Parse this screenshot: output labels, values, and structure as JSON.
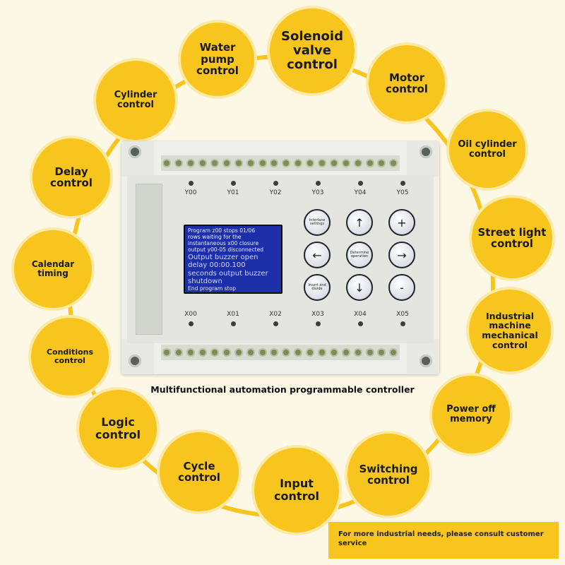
{
  "controller": {
    "outputs": [
      "Y00",
      "Y01",
      "Y02",
      "Y03",
      "Y04",
      "Y05"
    ],
    "inputs": [
      "X00",
      "X01",
      "X02",
      "X03",
      "X04",
      "X05"
    ],
    "lcd": {
      "line1": "Program z00 stops 01/06",
      "line2": "rows waiting for the",
      "line3": "instantaneous x00 closure",
      "line4": "output y00-05 disconnected",
      "line5": "Output buzzer open",
      "line6": "delay 00:00.100",
      "line7": "seconds output buzzer",
      "line8": "shutdown",
      "line9": "End program stop"
    },
    "keys": {
      "k1": "Interface settings",
      "k2": "↑",
      "k3": "+",
      "k4": "←",
      "k5": "Determine operation",
      "k6": "→",
      "k7": "Insert and divide",
      "k8": "↓",
      "k9": "-"
    }
  },
  "features": [
    "Water pump control",
    "Solenoid valve control",
    "Motor control",
    "Oil cylinder control",
    "Street light control",
    "Industrial machine mechanical control",
    "Power off memory",
    "Switching control",
    "Input control",
    "Cycle control",
    "Logic control",
    "Conditions control",
    "Calendar timing",
    "Delay control",
    "Cylinder control"
  ],
  "caption": "Multifunctional automation programmable controller",
  "consult_note": "For more industrial needs, please consult customer service",
  "colors": {
    "bubble": "#f7c51e",
    "ring": "#f7c51e",
    "background": "#fdf8e6",
    "lcd": "#1d2fa8"
  }
}
